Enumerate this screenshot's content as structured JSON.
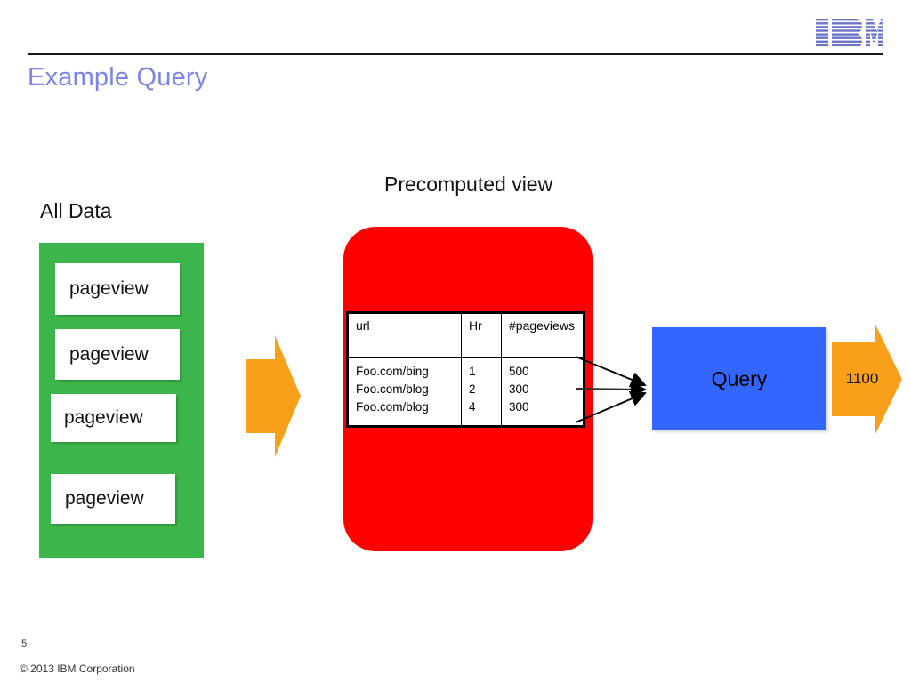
{
  "header": {
    "logo_alt": "IBM",
    "title": "Example Query"
  },
  "labels": {
    "all_data": "All Data",
    "precomputed_view": "Precomputed view"
  },
  "all_data": {
    "cards": [
      {
        "label": "pageview"
      },
      {
        "label": "pageview"
      },
      {
        "label": "pageview"
      },
      {
        "label": "pageview"
      }
    ]
  },
  "view_table": {
    "columns": [
      "url",
      "Hr",
      "#pageviews"
    ],
    "rows": [
      {
        "url": "Foo.com/bing",
        "hr": "1",
        "pageviews": "500"
      },
      {
        "url": "Foo.com/blog",
        "hr": "2",
        "pageviews": "300"
      },
      {
        "url": "Foo.com/blog",
        "hr": "4",
        "pageviews": "300"
      }
    ]
  },
  "query": {
    "label": "Query",
    "result": "1100"
  },
  "footer": {
    "slide_number": "5",
    "copyright": "© 2013 IBM Corporation"
  },
  "colors": {
    "title": "#7b84e8",
    "all_data_box": "#3cb54a",
    "precomputed_box": "#ff0000",
    "query_box": "#3366ff",
    "arrow": "#f9a01b",
    "logo": "#6b74c9"
  },
  "chart_data": {
    "type": "diagram",
    "title": "Example Query",
    "nodes": [
      {
        "id": "all-data",
        "label": "All Data",
        "shape": "rect",
        "color": "#3cb54a"
      },
      {
        "id": "precomputed-view",
        "label": "Precomputed view",
        "shape": "rounded-rect",
        "color": "#ff0000"
      },
      {
        "id": "query",
        "label": "Query",
        "shape": "rect",
        "color": "#3366ff"
      },
      {
        "id": "result",
        "label": "1100",
        "shape": "arrow",
        "color": "#f9a01b"
      }
    ],
    "edges": [
      {
        "from": "all-data",
        "to": "precomputed-view",
        "style": "block-arrow",
        "color": "#f9a01b"
      },
      {
        "from": "precomputed-view.row1",
        "to": "query",
        "style": "line-arrow",
        "color": "#000000"
      },
      {
        "from": "precomputed-view.row2",
        "to": "query",
        "style": "line-arrow",
        "color": "#000000"
      },
      {
        "from": "precomputed-view.row3",
        "to": "query",
        "style": "line-arrow",
        "color": "#000000"
      },
      {
        "from": "query",
        "to": "result",
        "style": "block-arrow",
        "color": "#f9a01b"
      }
    ],
    "table": {
      "columns": [
        "url",
        "Hr",
        "#pageviews"
      ],
      "rows": [
        [
          "Foo.com/bing",
          1,
          500
        ],
        [
          "Foo.com/blog",
          2,
          300
        ],
        [
          "Foo.com/blog",
          4,
          300
        ]
      ],
      "sum_pageviews": 1100
    }
  }
}
